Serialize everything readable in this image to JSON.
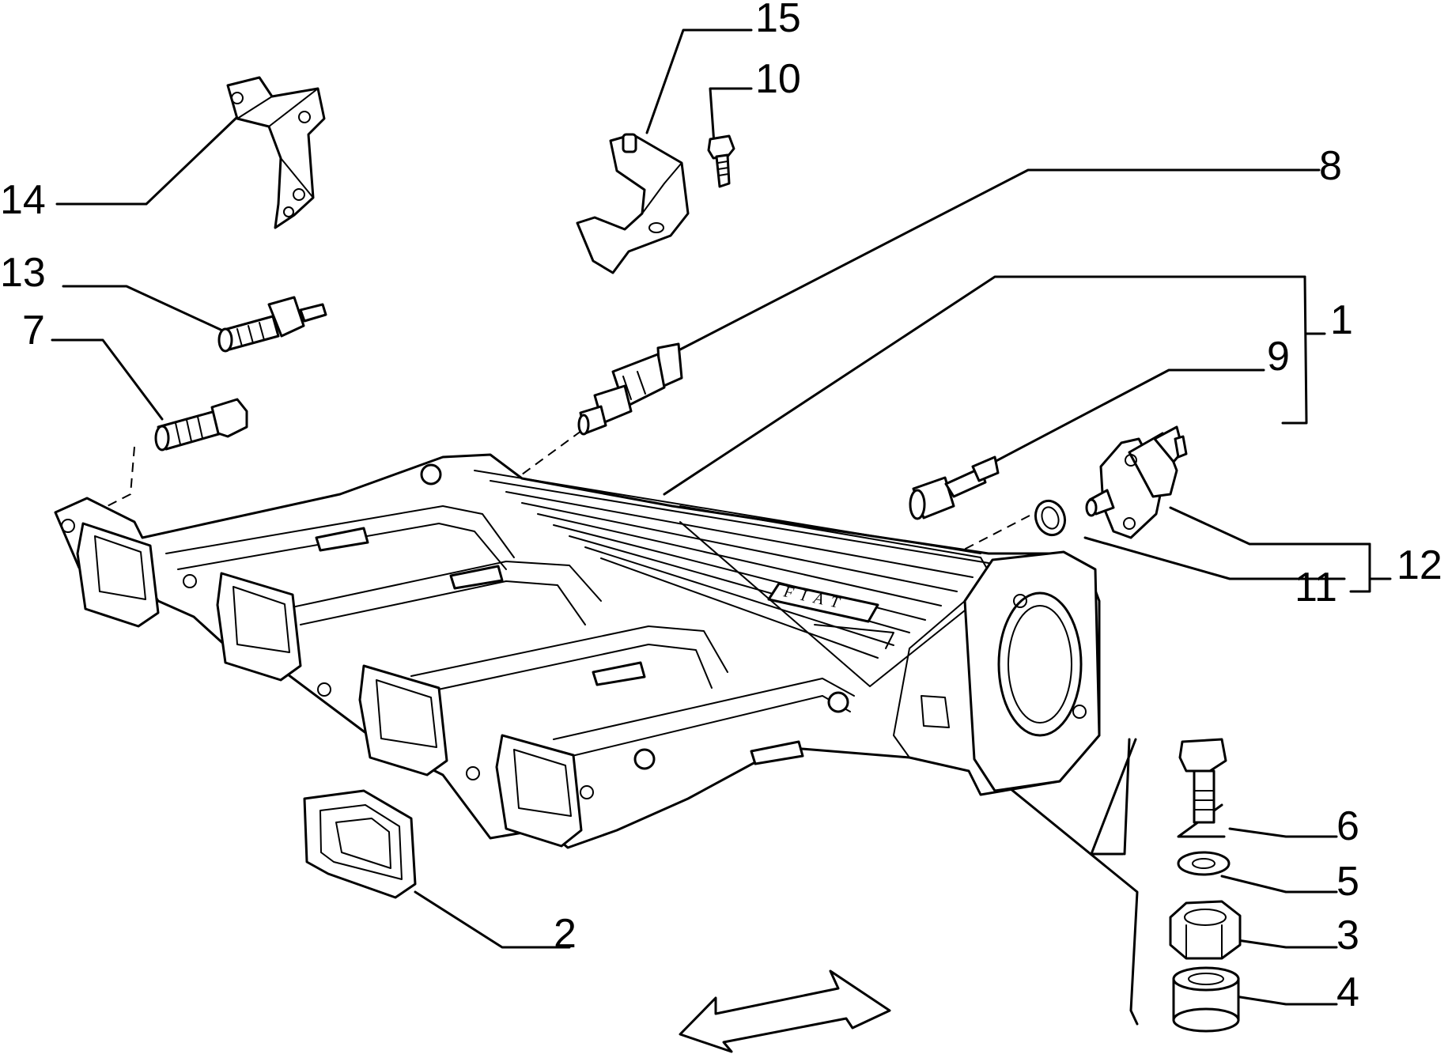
{
  "callouts": [
    "1",
    "2",
    "3",
    "4",
    "5",
    "6",
    "7",
    "8",
    "9",
    "10",
    "11",
    "12",
    "13",
    "14",
    "15"
  ],
  "manifold_logo": "FIAT"
}
